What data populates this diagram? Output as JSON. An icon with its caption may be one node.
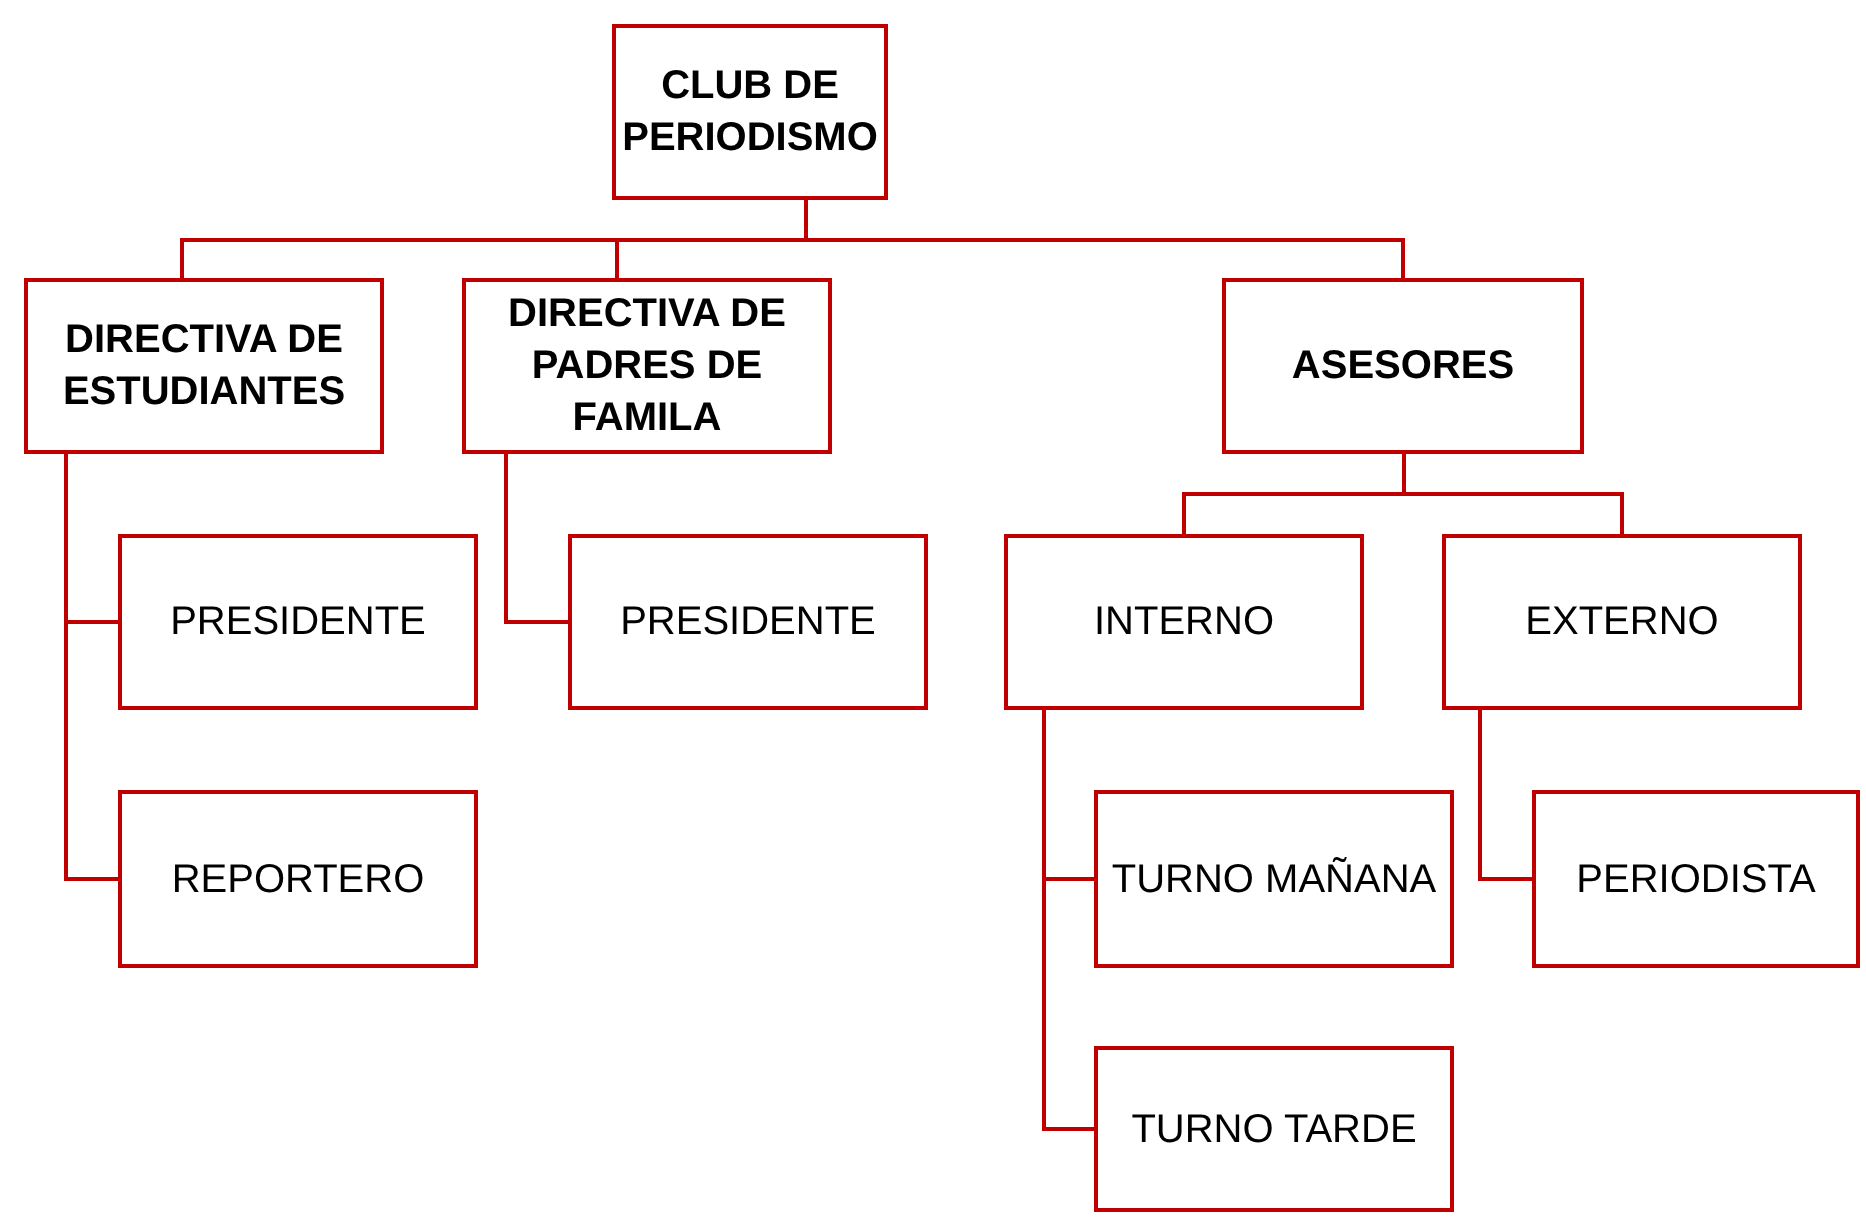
{
  "diagram": {
    "nodes": [
      {
        "text": [
          "CLUB DE PERIODISMO"
        ]
      },
      {
        "text": [
          "DIRECTIVA DE ESTUDIANTES"
        ]
      },
      {
        "text": [
          "DIRECTIVA DE PADRES DE FAMILA"
        ]
      },
      {
        "text": [
          "ASESORES"
        ]
      },
      {
        "text": [
          "PRESIDENTE"
        ]
      },
      {
        "text": [
          "REPORTERO"
        ]
      },
      {
        "text": [
          "PRESIDENTE"
        ]
      },
      {
        "text": [
          "INTERNO"
        ]
      },
      {
        "text": [
          "EXTERNO"
        ]
      },
      {
        "text": [
          "TURNO MAÑANA"
        ]
      },
      {
        "text": [
          "PERIODISTA"
        ]
      },
      {
        "text": [
          "TURNO TARDE"
        ]
      }
    ],
    "edges": [
      {
        "from": 0,
        "to": 1,
        "arrow": "none"
      },
      {
        "from": 0,
        "to": 2,
        "arrow": "none"
      },
      {
        "from": 0,
        "to": 3,
        "arrow": "none"
      },
      {
        "from": 1,
        "to": 4,
        "arrow": "none"
      },
      {
        "from": 1,
        "to": 5,
        "arrow": "none"
      },
      {
        "from": 2,
        "to": 6,
        "arrow": "none"
      },
      {
        "from": 3,
        "to": 7,
        "arrow": "none"
      },
      {
        "from": 3,
        "to": 8,
        "arrow": "none"
      },
      {
        "from": 7,
        "to": 9,
        "arrow": "none"
      },
      {
        "from": 7,
        "to": 11,
        "arrow": "none"
      },
      {
        "from": 8,
        "to": 10,
        "arrow": "none"
      }
    ]
  }
}
